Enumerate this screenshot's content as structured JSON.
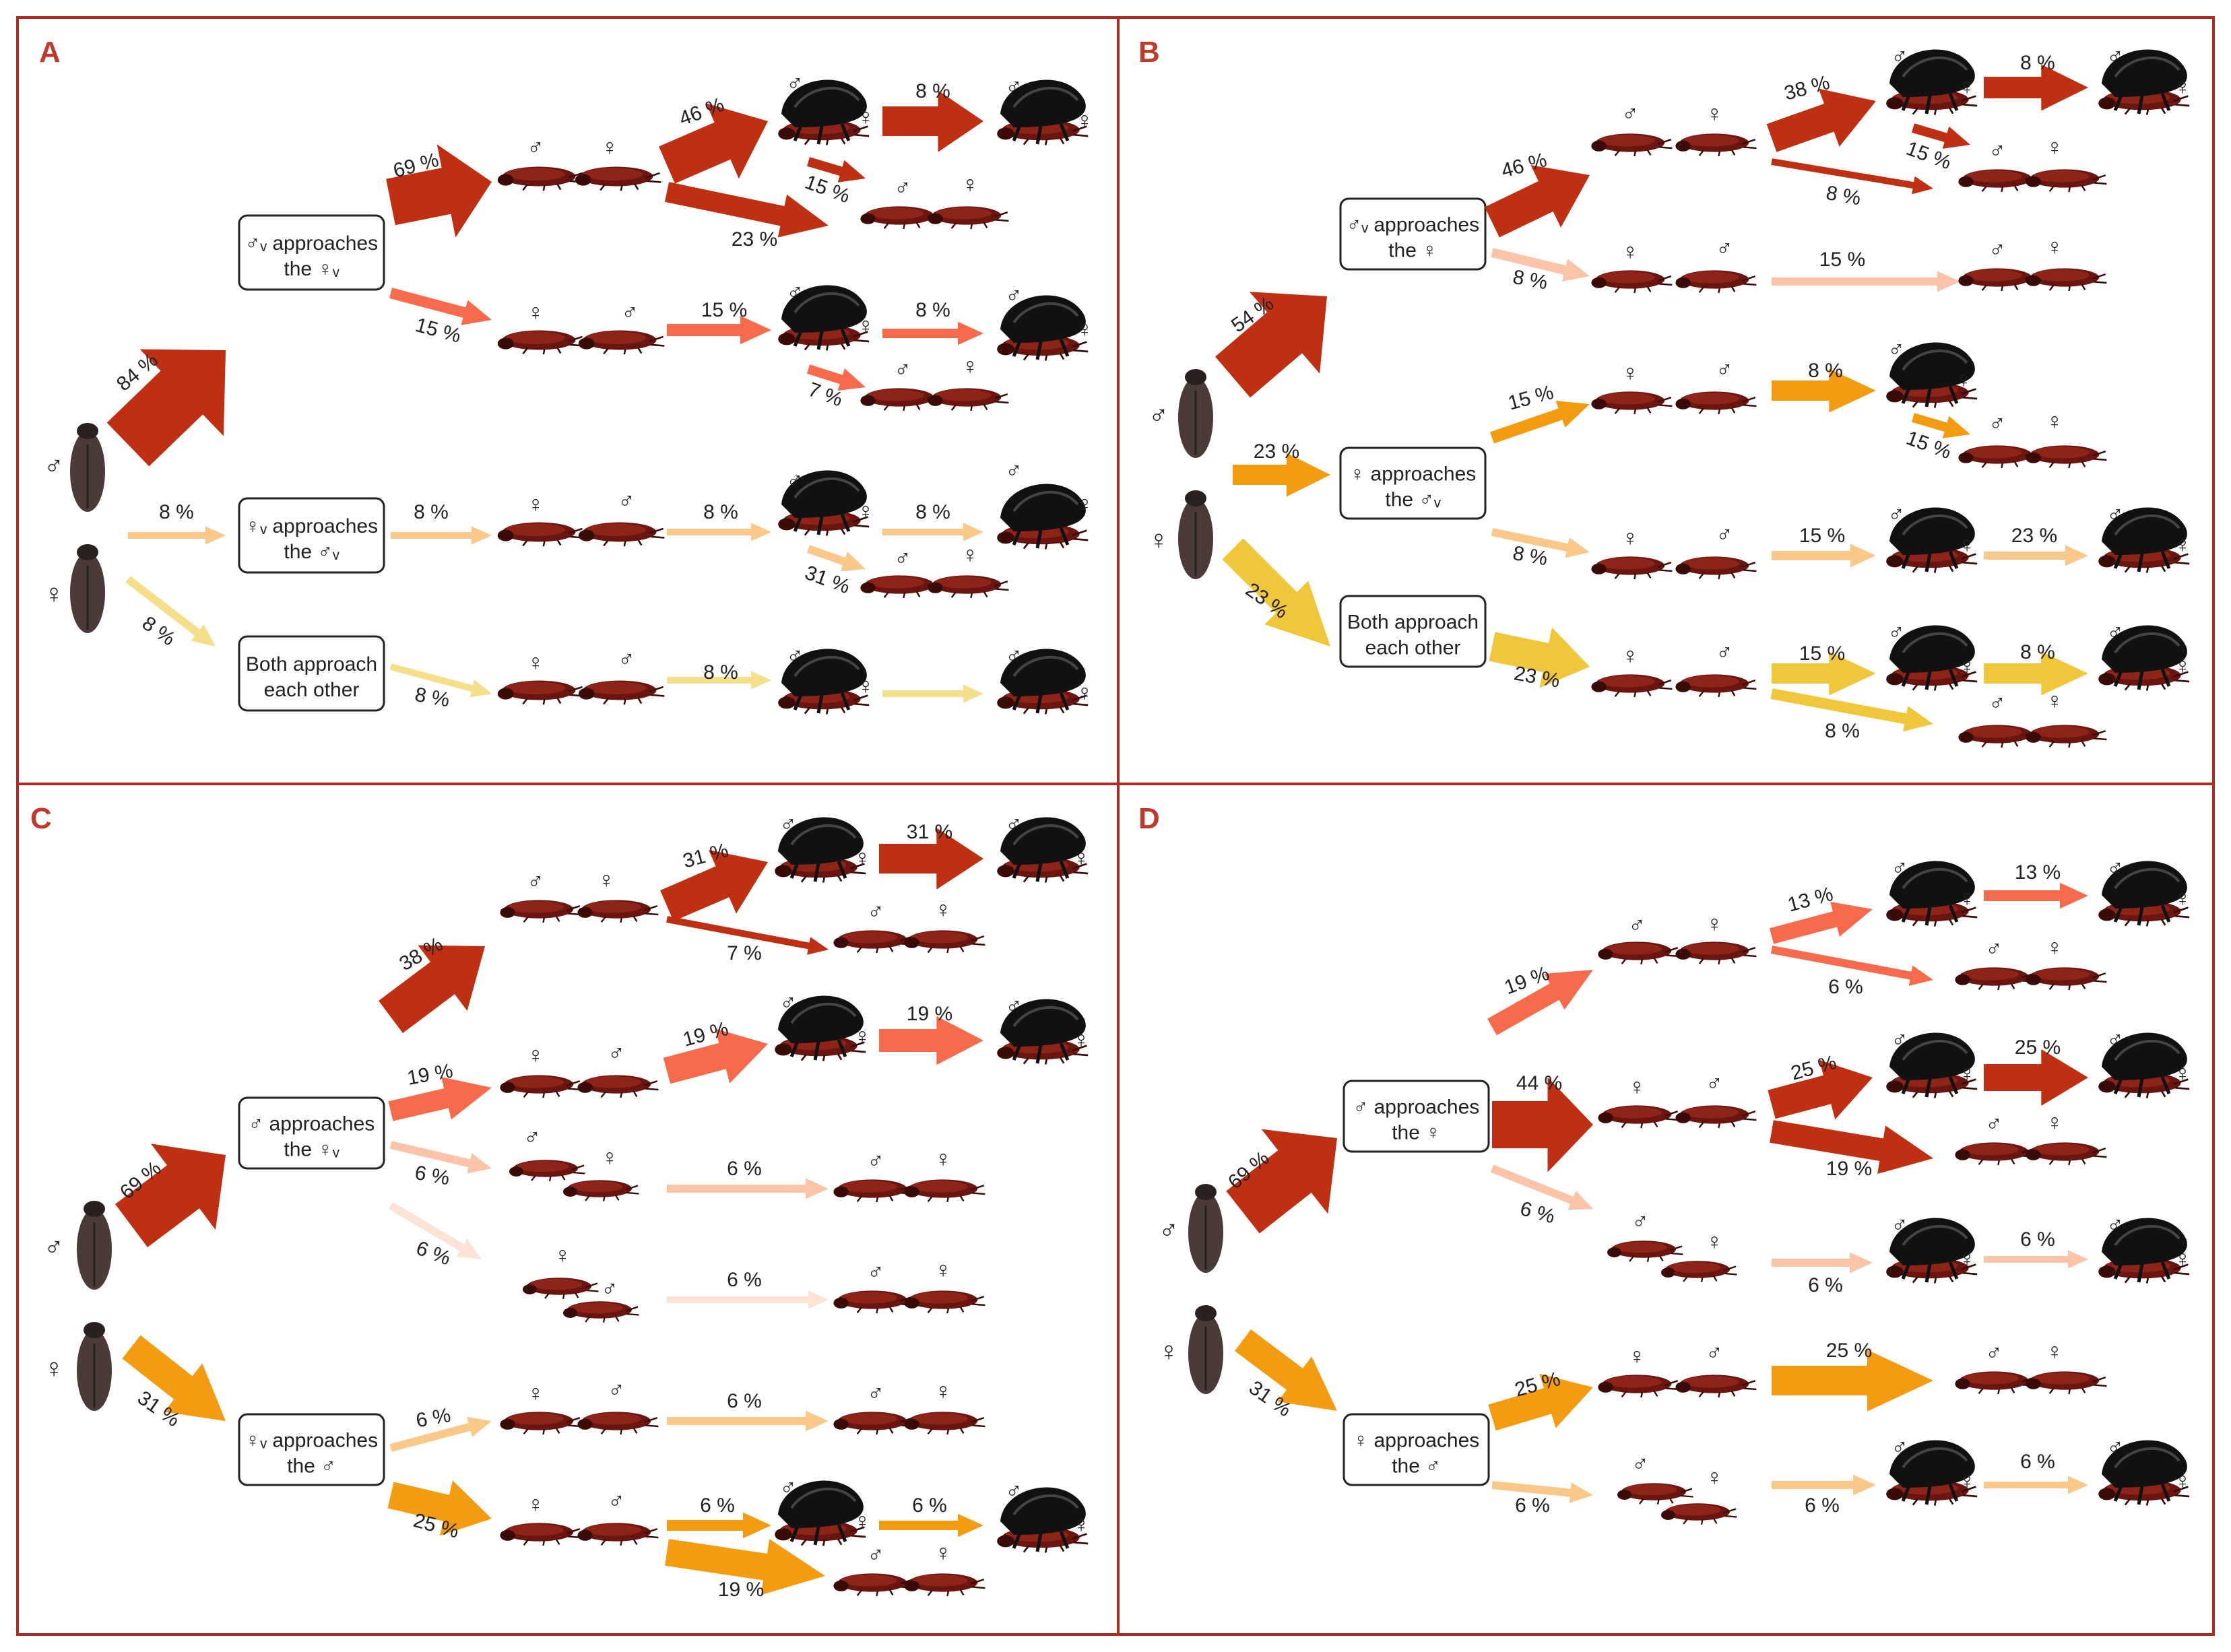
{
  "sym": {
    "male": "♂",
    "female": "♀",
    "v": "v"
  },
  "colors": {
    "border": "#b22b22",
    "dark": "#bf2f12",
    "med": "#f86a4c",
    "light": "#fbc4a8",
    "vlight": "#fde3d6",
    "orange": "#f39c12",
    "lorange": "#fac98a",
    "yellow": "#f0c63a",
    "lyellow": "#f6df8a"
  },
  "panels": [
    {
      "letter": "A",
      "boxes": [
        {
          "l1": "♂ᵥ approaches",
          "l2": "the ♀ᵥ"
        },
        {
          "l1": "♀ᵥ approaches",
          "l2": "the ♂ᵥ"
        },
        {
          "l1": "Both approach",
          "l2": "each other"
        }
      ],
      "pcts": [
        "84 %",
        "8 %",
        "8 %",
        "69 %",
        "15 %",
        "8 %",
        "8 %",
        "46 %",
        "23 %",
        "15 %",
        "15 %",
        "7 %",
        "8 %",
        "8 %",
        "31 %",
        "8 %",
        "8 %",
        "8 %"
      ]
    },
    {
      "letter": "B",
      "boxes": [
        {
          "l1": "♂ᵥ approaches",
          "l2": "the ♀"
        },
        {
          "l1": "♀ approaches",
          "l2": "the ♂ᵥ"
        },
        {
          "l1": "Both approach",
          "l2": "each other"
        }
      ],
      "pcts": [
        "54 %",
        "23 %",
        "23 %",
        "46 %",
        "8 %",
        "15 %",
        "8 %",
        "23 %",
        "38 %",
        "8 %",
        "15 %",
        "8 %",
        "15 %",
        "15 %",
        "8 %",
        "15 %",
        "8 %",
        "23 %",
        "8 %",
        "15 %"
      ]
    },
    {
      "letter": "C",
      "boxes": [
        {
          "l1": "♂ approaches",
          "l2": "the ♀ᵥ"
        },
        {
          "l1": "♀ᵥ approaches",
          "l2": "the ♂"
        }
      ],
      "pcts": [
        "69 %",
        "31 %",
        "38 %",
        "19 %",
        "6 %",
        "6 %",
        "6 %",
        "25 %",
        "31 %",
        "7 %",
        "19 %",
        "6 %",
        "6 %",
        "6 %",
        "6 %",
        "19 %",
        "31 %",
        "19 %",
        "6 %"
      ]
    },
    {
      "letter": "D",
      "boxes": [
        {
          "l1": "♂ approaches",
          "l2": "the ♀"
        },
        {
          "l1": "♀ approaches",
          "l2": "the ♂"
        }
      ],
      "pcts": [
        "69 %",
        "31 %",
        "19 %",
        "44 %",
        "6 %",
        "25 %",
        "6 %",
        "13 %",
        "6 %",
        "25 %",
        "19 %",
        "6 %",
        "25 %",
        "6 %",
        "13 %",
        "25 %",
        "6 %",
        "6 %"
      ]
    }
  ]
}
